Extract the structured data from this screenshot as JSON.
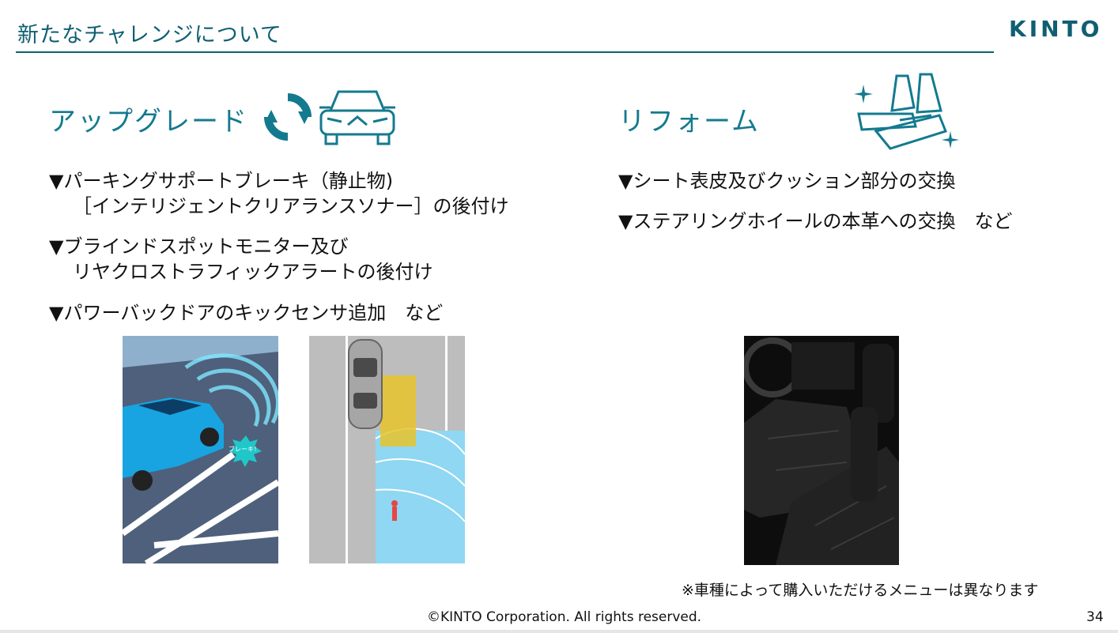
{
  "header": {
    "title": "新たなチャレンジについて",
    "logo_text": "KINTO"
  },
  "upgrade": {
    "heading": "アップグレード",
    "lines": [
      "▼パーキングサポートブレーキ（静止物)",
      "［インテリジェントクリアランスソナー］の後付け",
      "▼ブラインドスポットモニター及び",
      "リヤクロストラフィックアラートの後付け",
      "▼パワーバックドアのキックセンサ追加　など"
    ],
    "photo_badge": "ブレーキ！"
  },
  "reform": {
    "heading": "リフォーム",
    "lines": [
      "▼シート表皮及びクッション部分の交換",
      "▼ステアリングホイールの本革への交換　など"
    ]
  },
  "note": "※車種によって購入いただけるメニューは異なります",
  "footer": {
    "copyright": "©KINTO Corporation. All rights reserved.",
    "page_number": "34"
  },
  "colors": {
    "brand": "#0f5f72",
    "heading": "#147a8f"
  },
  "icons": [
    "refresh-icon",
    "car-front-icon",
    "car-seat-icon",
    "sparkle-icon"
  ]
}
